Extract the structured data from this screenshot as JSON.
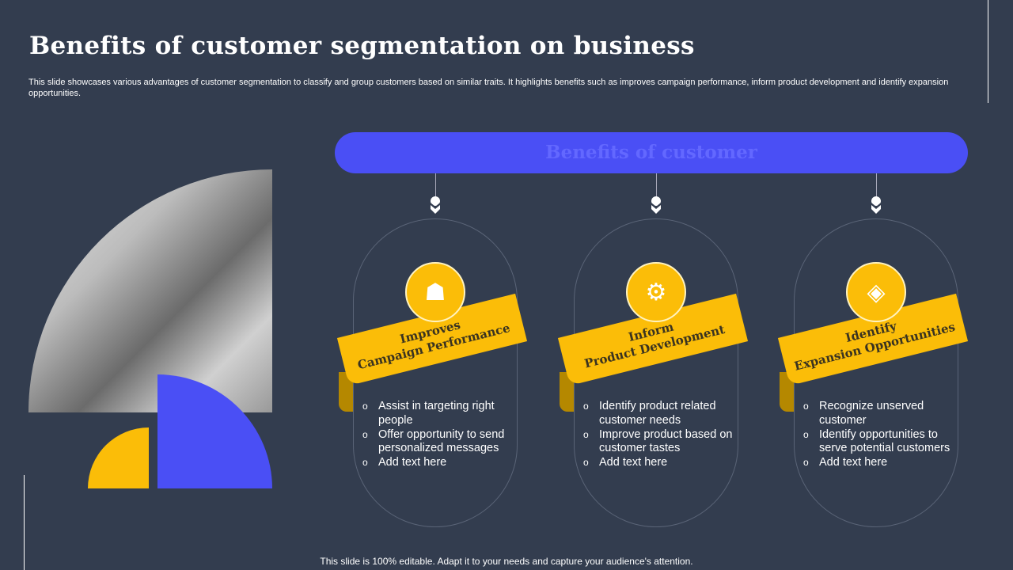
{
  "title": "Benefits of customer segmentation on business",
  "description": "This slide showcases various advantages of customer segmentation to classify and group customers based on similar traits. It highlights benefits such as improves campaign performance, inform product development and identify expansion opportunities.",
  "banner": "Benefits of customer",
  "cards": [
    {
      "icon": "campaign-performance-icon",
      "title_1": "Improves",
      "title_2": "Campaign Performance",
      "items": [
        "Assist in targeting right people",
        "Offer opportunity to send personalized messages",
        "Add text here"
      ]
    },
    {
      "icon": "product-development-icon",
      "title_1": "Inform",
      "title_2": "Product Development",
      "items": [
        "Identify product related customer needs",
        "Improve product based on customer tastes",
        "Add text here"
      ]
    },
    {
      "icon": "expansion-opportunities-icon",
      "title_1": "Identify",
      "title_2": "Expansion Opportunities",
      "items": [
        "Recognize unserved customer",
        "Identify opportunities to serve potential customers",
        "Add text here"
      ]
    }
  ],
  "footer": "This slide is 100% editable. Adapt it to your needs and capture your audience's attention.",
  "colors": {
    "background": "#333d4f",
    "blue": "#4a4ff5",
    "yellow": "#fbbd08"
  }
}
